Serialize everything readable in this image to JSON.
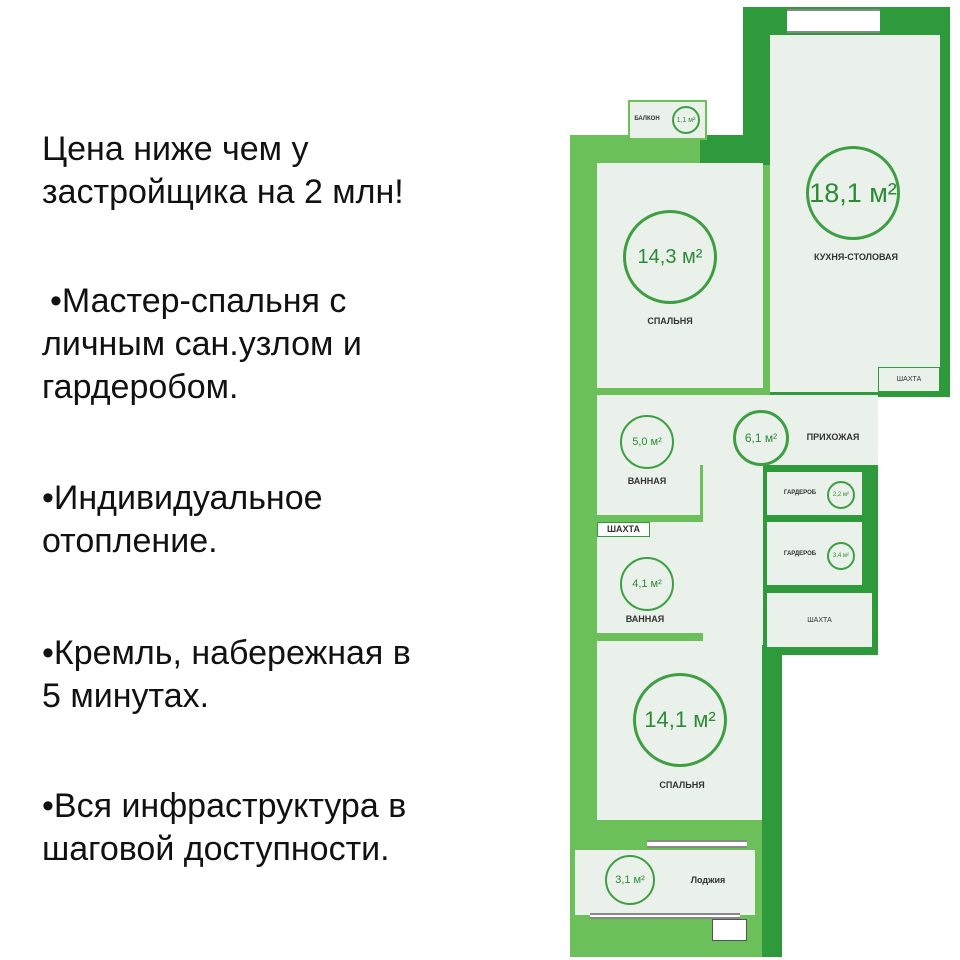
{
  "text": {
    "headline": [
      "Цена ниже чем у",
      "застройщика на 2 млн!"
    ],
    "bullets": [
      [
        "•Мастер-спальня с",
        "личным сан.узлом и",
        "гардеробом."
      ],
      [
        "•Индивидуальное",
        "отопление."
      ],
      [
        "•Кремль, набережная в",
        "5 минутах."
      ],
      [
        "•Вся инфраструктура в",
        "шаговой доступности."
      ]
    ]
  },
  "plan": {
    "kitchen": {
      "area": "18,1 м²",
      "name": "КУХНЯ-СТОЛОВАЯ",
      "shaft": "ШАХТА"
    },
    "bedroom1": {
      "area": "14,3 м²",
      "name": "СПАЛЬНЯ"
    },
    "balcony": {
      "area": "1,1 м²",
      "name": "БАЛКОН"
    },
    "bath1": {
      "area": "5,0 м²",
      "name": "ВАННАЯ"
    },
    "hall": {
      "area": "6,1 м²",
      "name": "ПРИХОЖАЯ"
    },
    "wardrobe1": {
      "area": "2,2 м²",
      "name": "ГАРДЕРОБ"
    },
    "wardrobe2": {
      "area": "3,4 м²",
      "name": "ГАРДЕРОБ"
    },
    "shaft_left": "ШАХТА",
    "shaft_right": "ШАХТА",
    "bath2": {
      "area": "4,1 м²",
      "name": "ВАННАЯ"
    },
    "bedroom2": {
      "area": "14,1 м²",
      "name": "СПАЛЬНЯ"
    },
    "loggia": {
      "area": "3,1 м²",
      "name": "Лоджия"
    }
  },
  "colors": {
    "wall_dark": "#2f9a3c",
    "wall_light": "#6cc05a",
    "room": "#e9f1ea"
  }
}
